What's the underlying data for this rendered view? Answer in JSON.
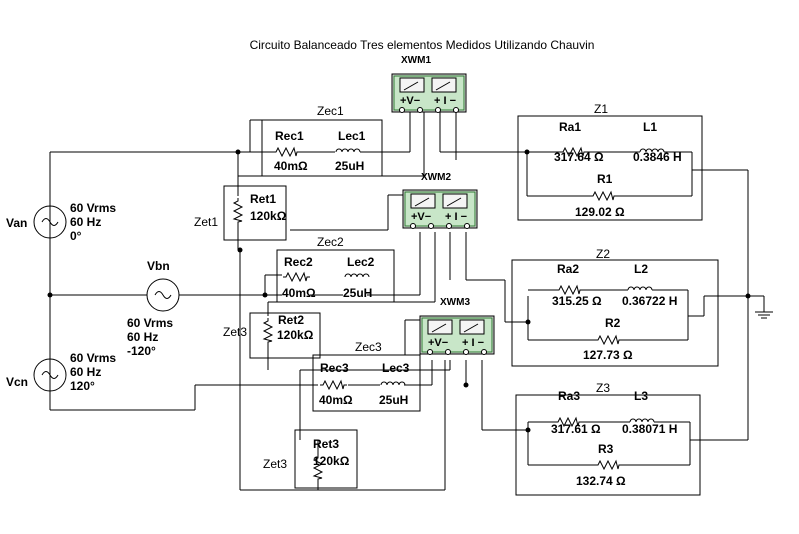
{
  "title": "Circuito Balanceado Tres elementos Medidos Utilizando Chauvin",
  "sources": [
    {
      "name": "Van",
      "voltage": "60 Vrms",
      "freq": "60 Hz",
      "phase": "0°"
    },
    {
      "name": "Vbn",
      "voltage": "60 Vrms",
      "freq": "60 Hz",
      "phase": "-120°"
    },
    {
      "name": "Vcn",
      "voltage": "60 Vrms",
      "freq": "60 Hz",
      "phase": "120°"
    }
  ],
  "line_impedances": [
    {
      "group": "Zec1",
      "r_name": "Rec1",
      "r_value": "40mΩ",
      "l_name": "Lec1",
      "l_value": "25uH"
    },
    {
      "group": "Zec2",
      "r_name": "Rec2",
      "r_value": "40mΩ",
      "l_name": "Lec2",
      "l_value": "25uH"
    },
    {
      "group": "Zec3",
      "r_name": "Rec3",
      "r_value": "40mΩ",
      "l_name": "Lec3",
      "l_value": "25uH"
    }
  ],
  "earth_impedances": [
    {
      "group": "Zet1",
      "r_name": "Ret1",
      "r_value": "120kΩ"
    },
    {
      "group": "Zet3",
      "r_name": "Ret2",
      "r_value": "120kΩ"
    },
    {
      "group": "Zet3",
      "r_name": "Ret3",
      "r_value": "120kΩ"
    }
  ],
  "meters": [
    {
      "name": "XWM1",
      "v_term": "+V−",
      "i_term": "+ I −"
    },
    {
      "name": "XWM2",
      "v_term": "+V−",
      "i_term": "+ I −"
    },
    {
      "name": "XWM3",
      "v_term": "+V−",
      "i_term": "+ I −"
    }
  ],
  "loads": [
    {
      "group": "Z1",
      "ra_name": "Ra1",
      "ra_value": "317.64 Ω",
      "l_name": "L1",
      "l_value": "0.3846 H",
      "r_name": "R1",
      "r_value": "129.02 Ω"
    },
    {
      "group": "Z2",
      "ra_name": "Ra2",
      "ra_value": "315.25 Ω",
      "l_name": "L2",
      "l_value": "0.36722 H",
      "r_name": "R2",
      "r_value": "127.73 Ω"
    },
    {
      "group": "Z3",
      "ra_name": "Ra3",
      "ra_value": "317.61 Ω",
      "l_name": "L3",
      "l_value": "0.38071 H",
      "r_name": "R3",
      "r_value": "132.74 Ω"
    }
  ]
}
